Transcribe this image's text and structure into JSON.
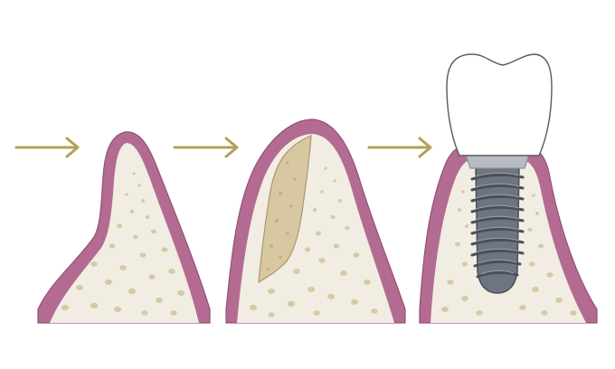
{
  "diagram": {
    "stages": [
      {
        "id": "resorbed-ridge"
      },
      {
        "id": "bone-graft"
      },
      {
        "id": "implant-with-crown"
      }
    ],
    "arrows": 3,
    "colors": {
      "gum": "#b46b92",
      "gum_stroke": "#93507a",
      "bone": "#f1ede2",
      "bone_speck": "#d6c9a4",
      "graft": "#d8c8a2",
      "graft_stroke": "#a9966b",
      "arrow": "#b49f57",
      "implant": "#6f7580",
      "implant_dark": "#4a4f58",
      "collar": "#b7bcc3",
      "crown": "#ffffff",
      "crown_stroke": "#5a5a5a"
    }
  }
}
